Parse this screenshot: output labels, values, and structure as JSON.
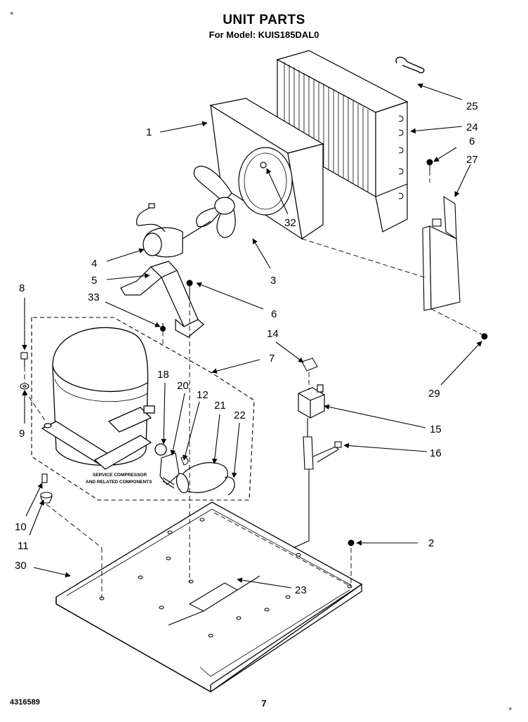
{
  "header": {
    "title": "UNIT PARTS",
    "subtitle": "For Model: KUIS185DAL0"
  },
  "footer": {
    "doc_number": "4316589",
    "page_number": "7"
  },
  "corner_marks": [
    "×",
    "×"
  ],
  "note": {
    "line1": "SERVICE COMPRESSOR",
    "line2": "AND RELATED COMPONENTS"
  },
  "callouts": {
    "c1": "1",
    "c2": "2",
    "c3": "3",
    "c4": "4",
    "c5": "5",
    "c6a": "6",
    "c6b": "6",
    "c7": "7",
    "c8": "8",
    "c9": "9",
    "c10": "10",
    "c11": "11",
    "c12": "12",
    "c14": "14",
    "c15": "15",
    "c16": "16",
    "c18": "18",
    "c20": "20",
    "c21": "21",
    "c22": "22",
    "c23": "23",
    "c24": "24",
    "c25": "25",
    "c27": "27",
    "c29": "29",
    "c30": "30",
    "c32": "32",
    "c33": "33"
  }
}
